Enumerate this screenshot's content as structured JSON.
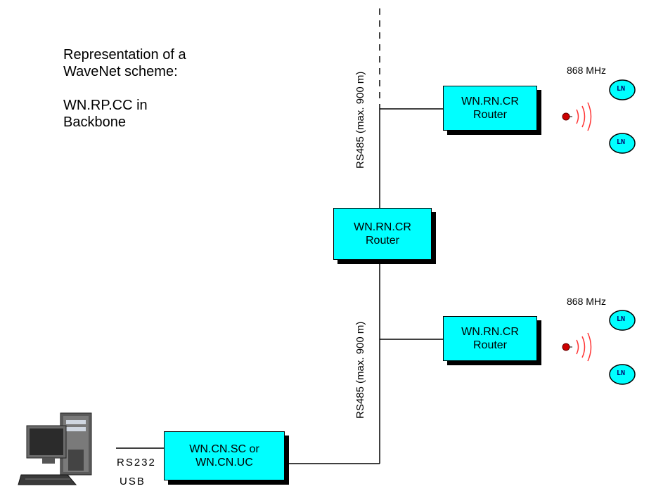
{
  "caption": {
    "line1": "Representation of a",
    "line2": "WaveNet scheme:",
    "line3": "WN.RP.CC in",
    "line4": "Backbone"
  },
  "router_top": {
    "line1": "WN.RN.CR",
    "line2": "Router"
  },
  "router_mid": {
    "line1": "WN.RN.CR",
    "line2": "Router"
  },
  "router_bottom": {
    "line1": "WN.RN.CR",
    "line2": "Router"
  },
  "coordinator": {
    "line1": "WN.CN.SC or",
    "line2": "WN.CN.UC"
  },
  "bus_label_top": "RS485 (max. 900 m)",
  "bus_label_bottom": "RS485 (max. 900 m)",
  "freq_top": "868 MHz",
  "freq_bottom": "868 MHz",
  "pc_link": {
    "line1": "RS232",
    "line2": "USB"
  },
  "end_node_label": "LN"
}
